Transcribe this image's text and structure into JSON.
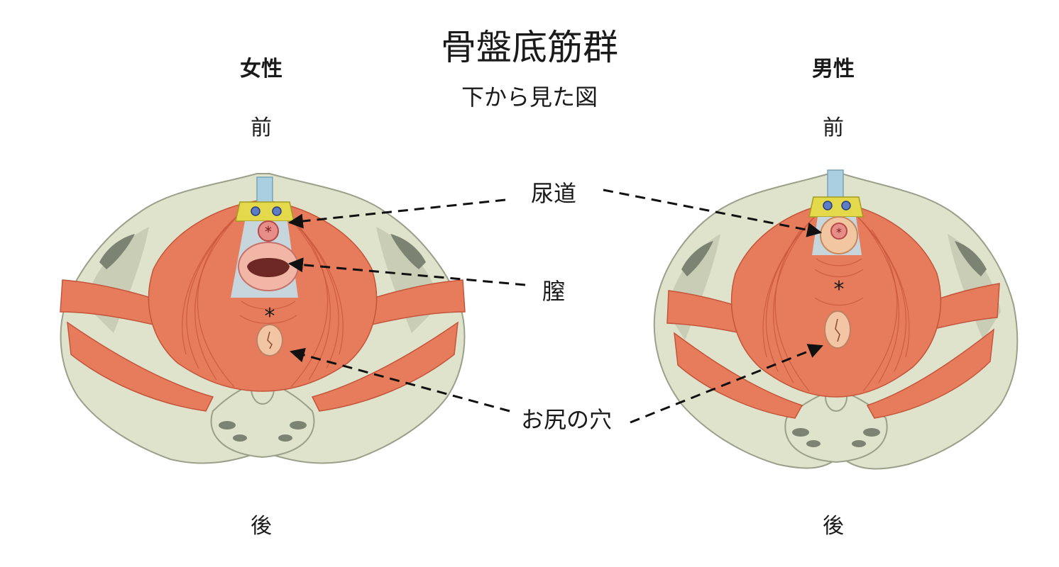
{
  "title": "骨盤底筋群",
  "subtitle": "下から見た図",
  "female": {
    "label": "女性",
    "front": "前",
    "back": "後"
  },
  "male": {
    "label": "男性",
    "front": "前",
    "back": "後"
  },
  "callouts": {
    "urethra": "尿道",
    "vagina": "膣",
    "anus": "お尻の穴"
  },
  "markers": {
    "perineum": "*"
  },
  "colors": {
    "muscle": "#e77c5c",
    "bone": "#dfe3cc",
    "membrane": "#c7d6dc",
    "cartilage": "#e3d94a",
    "vessel": "#a9cfe0"
  }
}
